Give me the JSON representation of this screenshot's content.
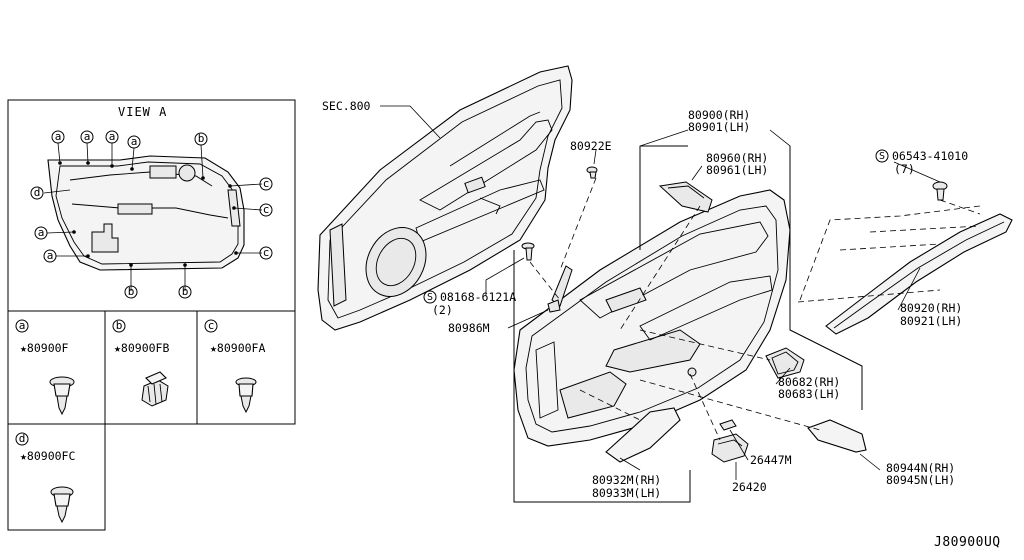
{
  "view_a": {
    "title": "VIEW A",
    "clip_letters": {
      "a": "a",
      "b": "b",
      "c": "c",
      "d": "d"
    }
  },
  "clips": [
    {
      "letter": "a",
      "part": "★80900F"
    },
    {
      "letter": "b",
      "part": "★80900FB"
    },
    {
      "letter": "c",
      "part": "★80900FA"
    },
    {
      "letter": "d",
      "part": "★80900FC"
    }
  ],
  "labels": {
    "sec": "SEC.800",
    "p80922e": "80922E",
    "p80900_rh": "80900(RH)",
    "p80901_lh": "80901(LH)",
    "p80960_rh": "80960(RH)",
    "p80961_lh": "80961(LH)",
    "screw_06543": "06543-41010",
    "screw_06543_qty": "(7)",
    "screw_08168": "08168-6121A",
    "screw_08168_qty": "(2)",
    "p80986m": "80986M",
    "p80920_rh": "80920(RH)",
    "p80921_lh": "80921(LH)",
    "p80682_rh": "80682(RH)",
    "p80683_lh": "80683(LH)",
    "p80932m_rh": "80932M(RH)",
    "p80933m_lh": "80933M(LH)",
    "p26447m": "26447M",
    "p26420": "26420",
    "p80944n_rh": "80944N(RH)",
    "p80945n_lh": "80945N(LH)",
    "screw_symbol": "S"
  },
  "diagram_code": "J80900UQ"
}
